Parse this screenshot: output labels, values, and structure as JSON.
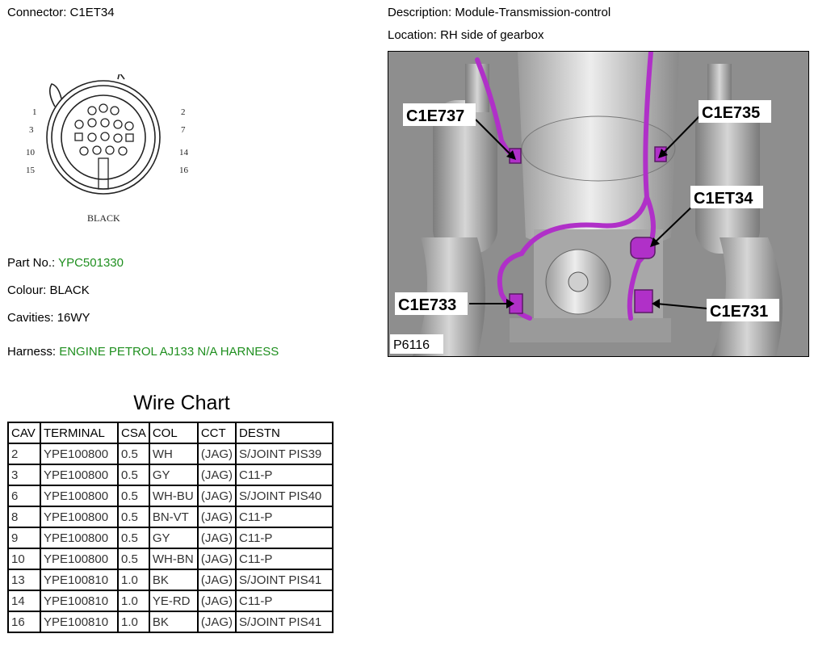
{
  "connector": {
    "label": "Connector:",
    "value": "C1ET34"
  },
  "description": {
    "label": "Description:",
    "value": "Module-Transmission-control"
  },
  "location": {
    "label": "Location:",
    "value": "RH side of gearbox"
  },
  "connector_face": {
    "pin_labels": [
      "1",
      "2",
      "3",
      "7",
      "10",
      "14",
      "15",
      "16"
    ],
    "colour_caption": "BLACK"
  },
  "part_no": {
    "label": "Part No.:",
    "value": "YPC501330"
  },
  "colour": {
    "label": "Colour:",
    "value": "BLACK"
  },
  "cavities": {
    "label": "Cavities:",
    "value": "16WY"
  },
  "harness": {
    "label": "Harness:",
    "value": "ENGINE PETROL AJ133 N/A HARNESS"
  },
  "colors": {
    "accent_green": "#1f8f1f",
    "harness_magenta": "#b030c8"
  },
  "wire_chart": {
    "title": "Wire Chart",
    "headers": [
      "CAV",
      "TERMINAL",
      "CSA",
      "COL",
      "CCT",
      "DESTN"
    ],
    "rows": [
      [
        "2",
        "YPE100800",
        "0.5",
        "WH",
        "(JAG)",
        "S/JOINT PIS39"
      ],
      [
        "3",
        "YPE100800",
        "0.5",
        "GY",
        "(JAG)",
        "C11-P"
      ],
      [
        "6",
        "YPE100800",
        "0.5",
        "WH-BU",
        "(JAG)",
        "S/JOINT PIS40"
      ],
      [
        "8",
        "YPE100800",
        "0.5",
        "BN-VT",
        "(JAG)",
        "C11-P"
      ],
      [
        "9",
        "YPE100800",
        "0.5",
        "GY",
        "(JAG)",
        "C11-P"
      ],
      [
        "10",
        "YPE100800",
        "0.5",
        "WH-BN",
        "(JAG)",
        "C11-P"
      ],
      [
        "13",
        "YPE100810",
        "1.0",
        "BK",
        "(JAG)",
        "S/JOINT PIS41"
      ],
      [
        "14",
        "YPE100810",
        "1.0",
        "YE-RD",
        "(JAG)",
        "C11-P"
      ],
      [
        "16",
        "YPE100810",
        "1.0",
        "BK",
        "(JAG)",
        "S/JOINT PIS41"
      ]
    ]
  },
  "photo": {
    "callouts": [
      "C1E737",
      "C1E735",
      "C1ET34",
      "C1E733",
      "C1E731"
    ],
    "reference": "P6116"
  }
}
